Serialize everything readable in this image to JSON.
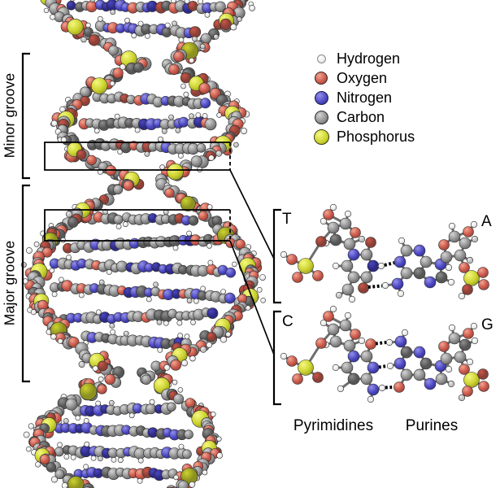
{
  "legend": {
    "items": [
      {
        "id": "hydrogen",
        "label": "Hydrogen"
      },
      {
        "id": "oxygen",
        "label": "Oxygen"
      },
      {
        "id": "nitrogen",
        "label": "Nitrogen"
      },
      {
        "id": "carbon",
        "label": "Carbon"
      },
      {
        "id": "phosphorus",
        "label": "Phosphorus"
      }
    ]
  },
  "grooves": {
    "minor": "Minor groove",
    "major": "Major groove"
  },
  "bases": {
    "top_left": "T",
    "top_right": "A",
    "bottom_left": "C",
    "bottom_right": "G"
  },
  "footer": {
    "pyrimidines": "Pyrimidines",
    "purines": "Purines"
  },
  "palette": {
    "background": "#ffffff",
    "annotation": "#000000",
    "bond": "#6e6e6e",
    "atoms": {
      "hydrogen": {
        "hi": "#ffffff",
        "base": "#ececec",
        "dark": "#bdbdbd",
        "edge": "#8a8a8a"
      },
      "oxygen": {
        "hi": "#f3a492",
        "base": "#c9574a",
        "dark": "#8c4036",
        "edge": "#3a2522"
      },
      "nitrogen": {
        "hi": "#938fe9",
        "base": "#4b47c1",
        "dark": "#2d2a85",
        "edge": "#1d1b4a"
      },
      "carbon": {
        "hi": "#d4d4d4",
        "base": "#8f8f8f",
        "dark": "#565656",
        "edge": "#2d2d2d"
      },
      "phosphorus": {
        "hi": "#f5f87f",
        "base": "#ccd32f",
        "dark": "#8d911f",
        "edge": "#3d3f12"
      }
    }
  }
}
